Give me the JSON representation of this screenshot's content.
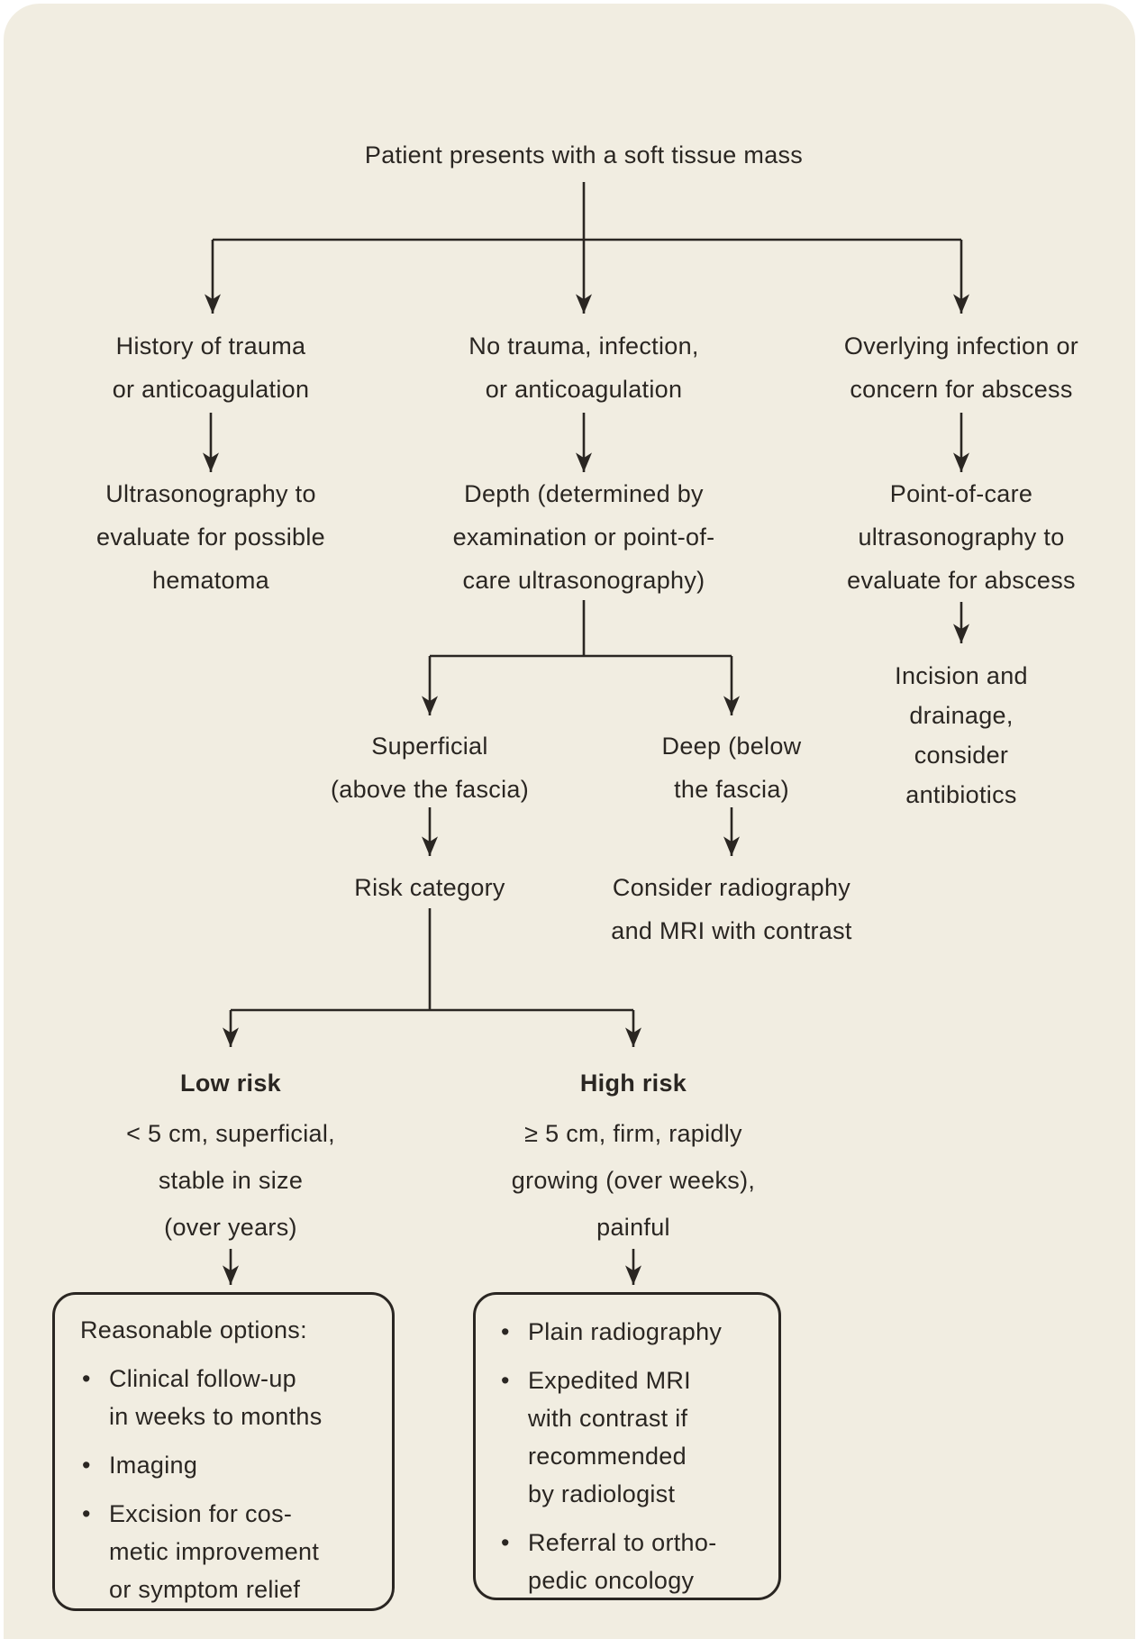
{
  "colors": {
    "page_bg": "#ffffff",
    "panel_bg": "#f1ede1",
    "ink": "#2a2622"
  },
  "bullet_char": "•",
  "flowchart": {
    "title": "Patient presents with a soft tissue mass",
    "nodes": {
      "history": {
        "lines": [
          "History of trauma",
          "or anticoagulation"
        ]
      },
      "no_trauma": {
        "lines": [
          "No trauma, infection,",
          "or anticoagulation"
        ]
      },
      "overlying": {
        "lines": [
          "Overlying infection or",
          "concern for abscess"
        ]
      },
      "ultrasonography": {
        "lines": [
          "Ultrasonography to",
          "evaluate for possible",
          "hematoma"
        ]
      },
      "depth": {
        "lines": [
          "Depth (determined by",
          "examination or point-of-",
          "care ultrasonography)"
        ]
      },
      "poc_ultrasound": {
        "lines": [
          "Point-of-care",
          "ultrasonography to",
          "evaluate for abscess"
        ]
      },
      "incision": {
        "lines": [
          "Incision and",
          "drainage,",
          "consider",
          "antibiotics"
        ]
      },
      "superficial": {
        "lines": [
          "Superficial",
          "(above the fascia)"
        ]
      },
      "deep": {
        "lines": [
          "Deep (below",
          "the fascia)"
        ]
      },
      "risk_category": {
        "lines": [
          "Risk category"
        ]
      },
      "consider_radiography": {
        "lines": [
          "Consider radiography",
          "and MRI with contrast"
        ]
      },
      "low_risk": {
        "label": "Low risk",
        "lines": [
          "< 5 cm, superficial,",
          "stable in size",
          "(over years)"
        ]
      },
      "high_risk": {
        "label": "High risk",
        "lines": [
          "≥ 5 cm, firm, rapidly",
          "growing (over weeks),",
          "painful"
        ]
      }
    },
    "low_risk_box": {
      "heading": "Reasonable options:",
      "items": [
        {
          "lines": [
            "Clinical follow-up",
            "in weeks to months"
          ]
        },
        {
          "lines": [
            "Imaging"
          ]
        },
        {
          "lines": [
            "Excision for cos-",
            "metic improvement",
            "or symptom relief"
          ]
        }
      ]
    },
    "high_risk_box": {
      "items": [
        {
          "lines": [
            "Plain radiography"
          ]
        },
        {
          "lines": [
            "Expedited MRI",
            "with contrast if",
            "recommended",
            "by radiologist"
          ]
        },
        {
          "lines": [
            "Referral to ortho-",
            "pedic oncology"
          ]
        }
      ]
    }
  }
}
